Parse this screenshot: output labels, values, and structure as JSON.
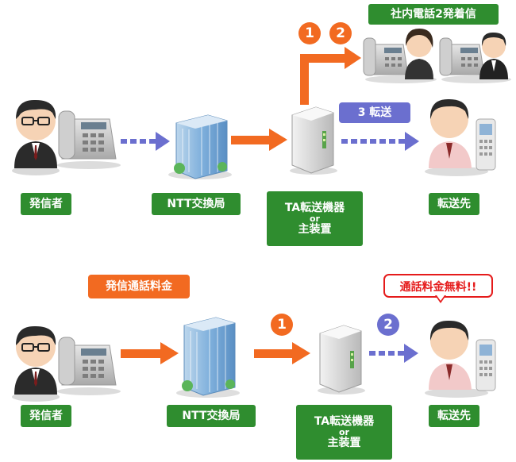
{
  "top": {
    "caller": "発信者",
    "ntt": "NTT交換局",
    "ta_line1": "TA転送機器",
    "ta_or": "or",
    "ta_line2": "主装置",
    "dest": "転送先",
    "internal": "社内電話2発着信",
    "step1": "1",
    "step2": "2",
    "transfer": "3 転送"
  },
  "bottom": {
    "caller": "発信者",
    "ntt": "NTT交換局",
    "ta_line1": "TA転送機器",
    "ta_or": "or",
    "ta_line2": "主装置",
    "dest": "転送先",
    "charge": "発信通話料金",
    "free": "通話料金無料!!",
    "step1": "1",
    "step2": "2"
  },
  "colors": {
    "label_green": "#2f8d2f",
    "arrow_orange": "#f26a21",
    "arrow_purple": "#6b6fcf",
    "free_red": "#e51b1b"
  }
}
